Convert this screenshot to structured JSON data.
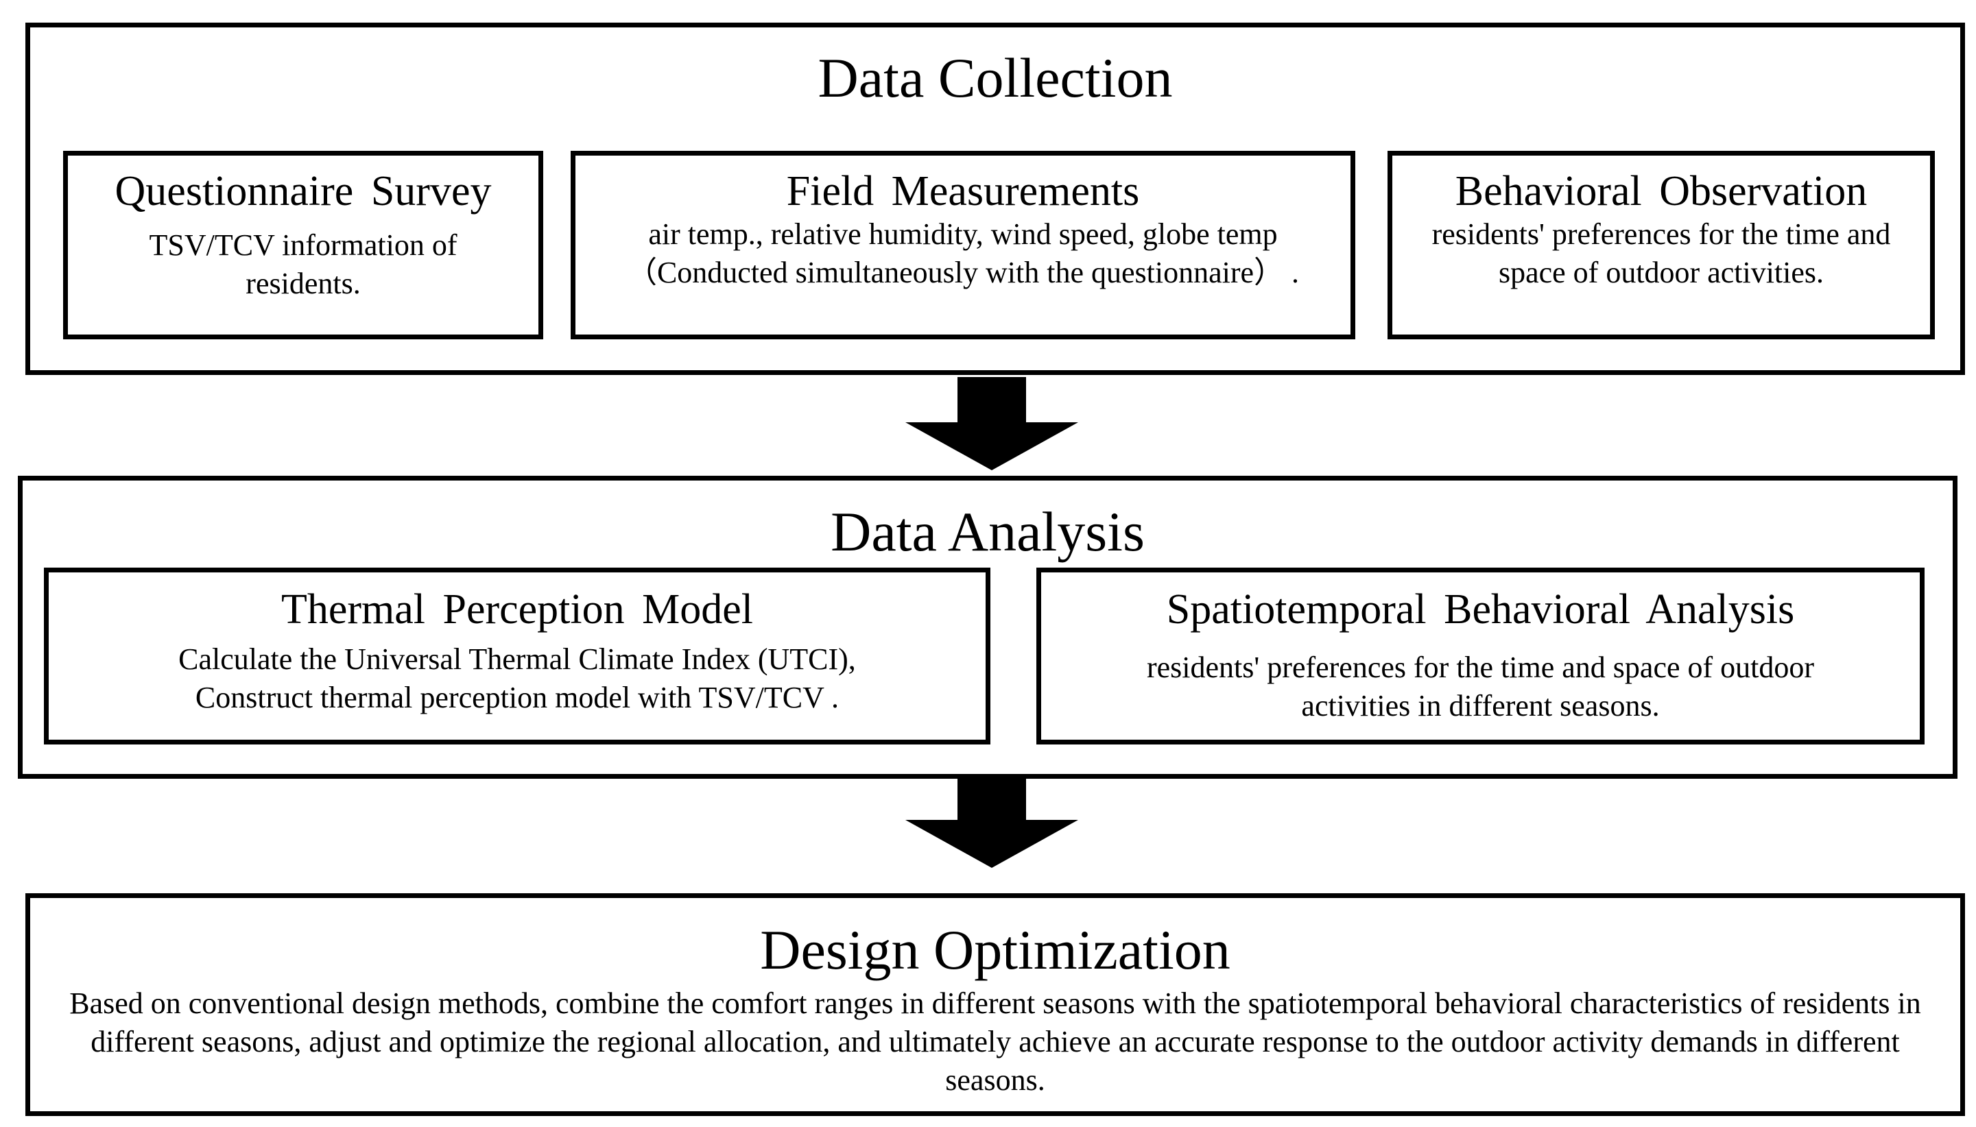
{
  "sections": {
    "collection": {
      "title": "Data Collection",
      "boxes": [
        {
          "title": "Questionnaire  Survey",
          "text": "TSV/TCV information of residents."
        },
        {
          "title": "Field Measurements",
          "text": "air temp., relative humidity, wind speed, globe temp （Conducted simultaneously with the questionnaire） ."
        },
        {
          "title": "Behavioral  Observation",
          "text": "residents' preferences  for the time and space  of outdoor activities."
        }
      ]
    },
    "analysis": {
      "title": "Data Analysis",
      "boxes": [
        {
          "title": "Thermal  Perception  Model",
          "text": "Calculate the Universal Thermal Climate Index (UTCI), Construct  thermal perception model with TSV/TCV ."
        },
        {
          "title": "Spatiotemporal  Behavioral  Analysis",
          "text": "residents' preferences  for the time and space  of outdoor activities in different seasons."
        }
      ]
    },
    "optimization": {
      "title": "Design Optimization",
      "text": "Based on conventional design methods, combine the comfort ranges in different seasons with the spatiotemporal behavioral characteristics of residents in different seasons, adjust and optimize the regional allocation, and ultimately achieve an accurate response to the outdoor activity demands in different seasons."
    }
  },
  "arrow_color": "#000000",
  "border_color": "#000000"
}
